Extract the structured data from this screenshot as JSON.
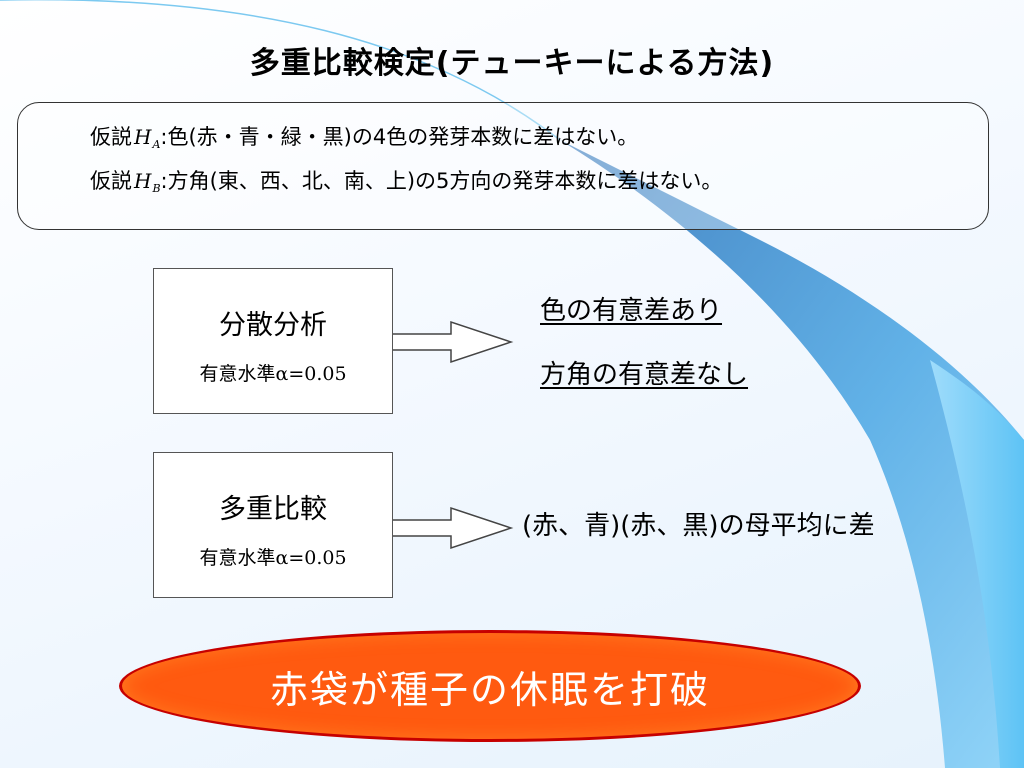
{
  "title": "多重比較検定(テューキーによる方法)",
  "hypotheses": [
    {
      "prefix": "仮説",
      "symbol": "H",
      "subscript": "A",
      "separator": ":",
      "text": "色(赤・青・緑・黒)の4色の発芽本数に差はない。"
    },
    {
      "prefix": "仮説",
      "symbol": "H",
      "subscript": "B",
      "separator": ":",
      "text": "方角(東、西、北、南、上)の5方向の発芽本数に差はない。"
    }
  ],
  "methods": [
    {
      "title": "分散分析",
      "level_label": "有意水準",
      "alpha_symbol": "α",
      "equals": "=",
      "alpha_value": "0.05"
    },
    {
      "title": "多重比較",
      "level_label": "有意水準",
      "alpha_symbol": "α",
      "equals": "=",
      "alpha_value": "0.05"
    }
  ],
  "results": {
    "anova": [
      "色の有意差あり",
      "方角の有意差なし"
    ],
    "multiple": "(赤、青)(赤、黒)の母平均に差"
  },
  "conclusion": "赤袋が種子の休眠を打破",
  "colors": {
    "conclusion_fill": "#ff5a10",
    "conclusion_border": "#c60000",
    "decor_dark": "#2f72b0",
    "decor_light": "#8fd0f5"
  }
}
